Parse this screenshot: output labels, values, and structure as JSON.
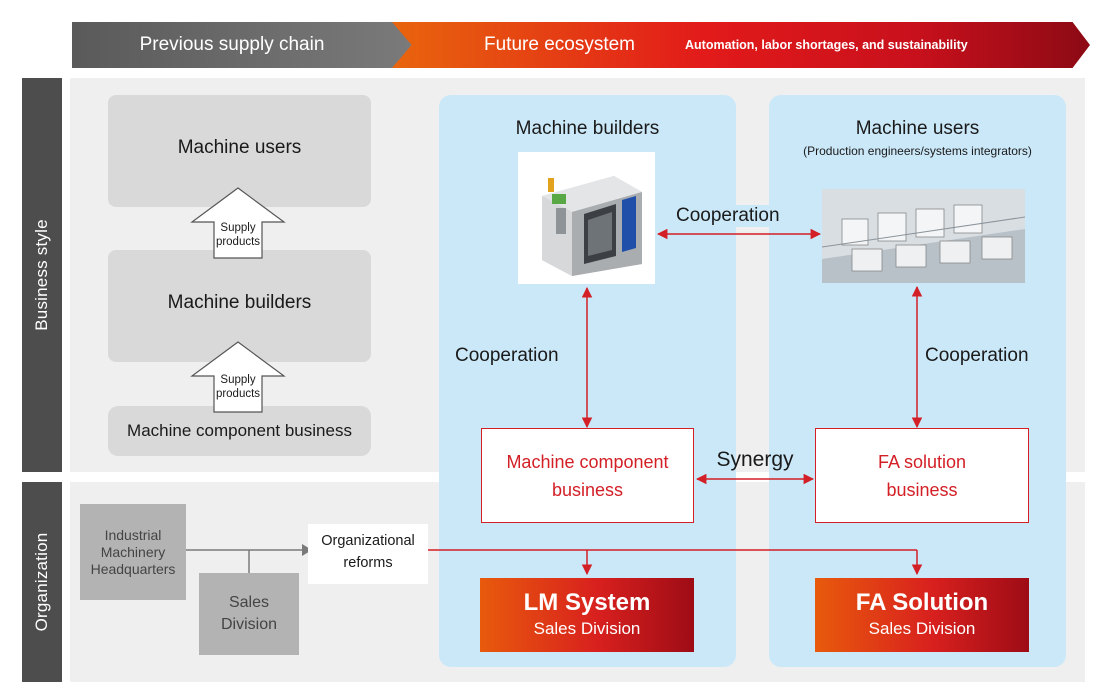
{
  "header": {
    "previous_label": "Previous supply chain",
    "future_title": "Future ecosystem",
    "future_subtitle": "Automation, labor shortages, and sustainability"
  },
  "side_labels": {
    "business_style": "Business style",
    "organization": "Organization"
  },
  "previous": {
    "machine_users": "Machine users",
    "machine_builders": "Machine builders",
    "machine_component_business": "Machine component business",
    "arrow_label_line1": "Supply",
    "arrow_label_line2": "products"
  },
  "future": {
    "builders_title": "Machine builders",
    "users_title": "Machine users",
    "users_subtitle": "(Production engineers/systems integrators)",
    "cooperation": "Cooperation",
    "synergy": "Synergy",
    "component_line1": "Machine component",
    "component_line2": "business",
    "fa_line1": "FA solution",
    "fa_line2": "business"
  },
  "organization": {
    "hq_line1": "Industrial",
    "hq_line2": "Machinery",
    "hq_line3": "Headquarters",
    "sales_line1": "Sales",
    "sales_line2": "Division",
    "reforms_line1": "Organizational",
    "reforms_line2": "reforms",
    "lm_title": "LM System",
    "lm_sub": "Sales Division",
    "fa_title": "FA Solution",
    "fa_sub": "Sales Division"
  },
  "colors": {
    "accent_red": "#d31f26",
    "panel_blue": "#cbe8f8",
    "dark_gray": "#4d4d4d",
    "box_gray": "#d9d9d9"
  }
}
